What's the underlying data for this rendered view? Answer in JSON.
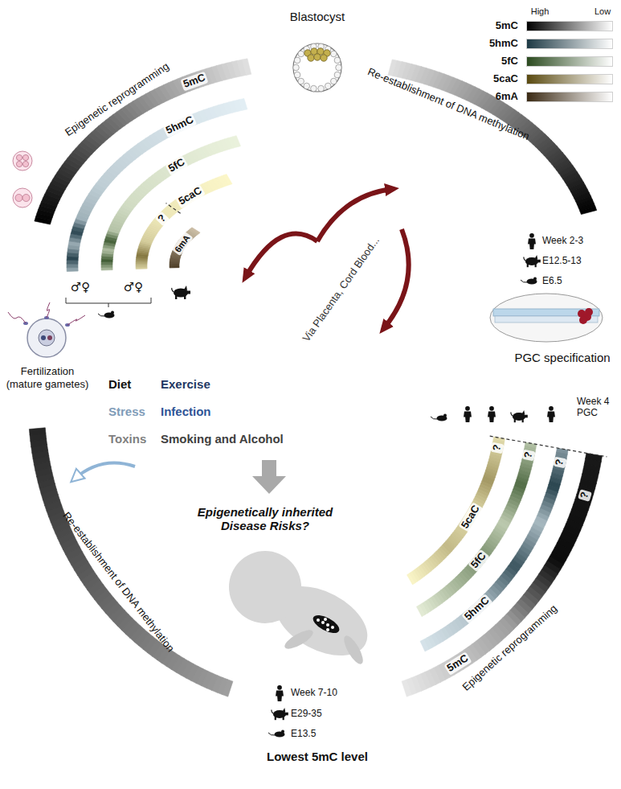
{
  "diagram": {
    "nodes": [
      {
        "text": [
          "Blastocyst"
        ]
      },
      {
        "text": [
          "PGC specification"
        ]
      },
      {
        "text": [
          "Lowest 5mC level"
        ]
      },
      {
        "text": [
          "Fertilization (mature gametes)"
        ]
      }
    ],
    "labels": [
      "Epigenetic reprogramming",
      "5mC",
      "5hmC",
      "5fC",
      "?",
      "5caC",
      "6mA",
      "♂♀",
      "♂♀",
      "Re-establishment of DNA methylation",
      "Diet",
      "Exercise",
      "Stress",
      "Infection",
      "Toxins",
      "Smoking and Alcohol",
      "Epigenetically inherited Disease Risks?",
      "Via Placenta, Cord Blood...",
      "Week 2-3",
      "E12.5-13",
      "E6.5",
      "5caC",
      "?",
      "5fC",
      "?",
      "5hmC",
      "?",
      "5mC",
      "?",
      "Week 4 PGC",
      "Epigenetic reprogramming",
      "Re-establishment of DNA methylation",
      "Week 7-10",
      "E29-35",
      "E13.5",
      "High",
      "Low"
    ],
    "legend": [
      {
        "text": "5mC",
        "color": "#000000"
      },
      {
        "text": "5hmC",
        "color": "#1e3a45"
      },
      {
        "text": "5fC",
        "color": "#2b4a1f"
      },
      {
        "text": "5caC",
        "color": "#5a4a10"
      },
      {
        "text": "6mA",
        "color": "#3b2a14"
      }
    ]
  }
}
